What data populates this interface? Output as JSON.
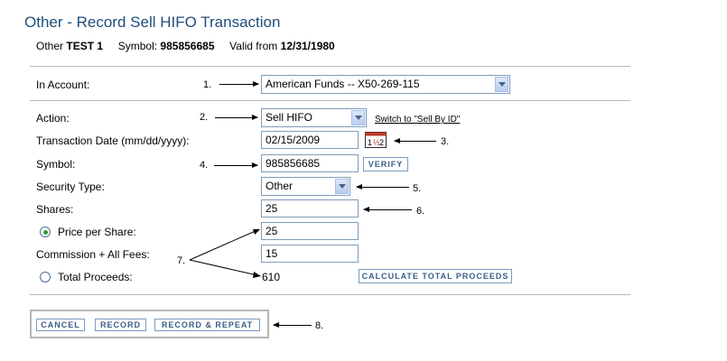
{
  "page": {
    "title": "Other - Record Sell HIFO Transaction",
    "subtitle": {
      "prefix": "Other",
      "name": "TEST 1",
      "symbol_label": "Symbol:",
      "symbol": "985856685",
      "valid_label": "Valid from",
      "valid_date": "12/31/1980"
    }
  },
  "form": {
    "account": {
      "label": "In Account:",
      "value": "American Funds -- X50-269-115"
    },
    "action": {
      "label": "Action:",
      "value": "Sell HIFO",
      "switch_link": "Switch to \"Sell By ID\""
    },
    "date": {
      "label": "Transaction Date (mm/dd/yyyy):",
      "value": "02/15/2009"
    },
    "symbol": {
      "label": "Symbol:",
      "value": "985856685",
      "verify": "VERIFY"
    },
    "security_type": {
      "label": "Security Type:",
      "value": "Other"
    },
    "shares": {
      "label": "Shares:",
      "value": "25"
    },
    "price": {
      "label": "Price per Share:",
      "value": "25",
      "selected": true
    },
    "commission": {
      "label": "Commission + All Fees:",
      "value": "15"
    },
    "proceeds": {
      "label": "Total Proceeds:",
      "value": "610",
      "calc_button": "CALCULATE TOTAL PROCEEDS",
      "selected": false
    }
  },
  "buttons": {
    "cancel": "CANCEL",
    "record": "RECORD",
    "record_repeat": "RECORD & REPEAT"
  },
  "annotations": [
    "1.",
    "2.",
    "3.",
    "4.",
    "5.",
    "6.",
    "7.",
    "8."
  ],
  "colors": {
    "title": "#1f4e79",
    "button_text": "#3a5f85",
    "border": "#7f9db9",
    "radio_on": "#2f9a3a"
  }
}
